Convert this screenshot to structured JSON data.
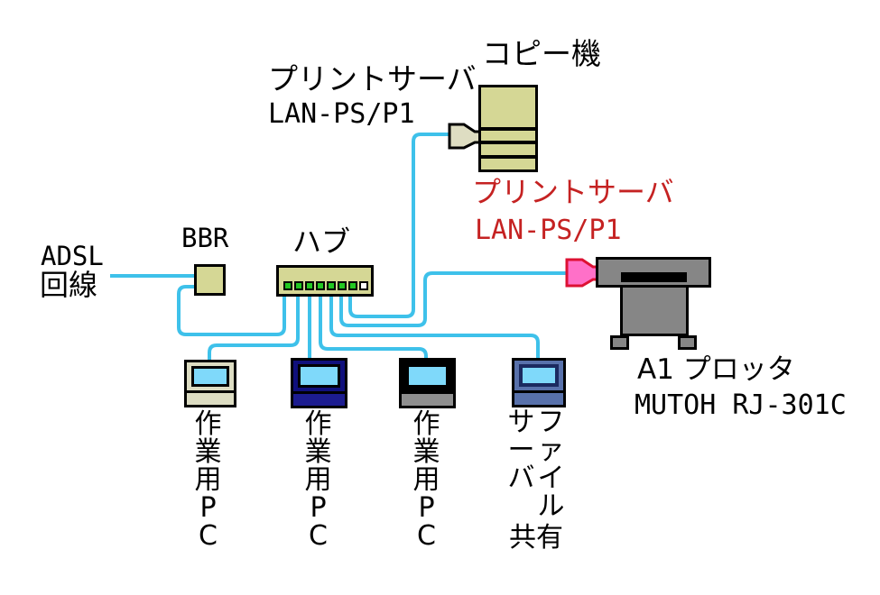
{
  "colors": {
    "cable": "#3ec1ea",
    "device": "#d5d795",
    "connector_beige": "#deddc2",
    "connector_pink": "#ff70c8",
    "connector_pink_border": "#dd1133",
    "red_text": "#c52222",
    "screen_blue": "#7fd9fa",
    "led_on": "#22c822",
    "led_off": "#ffffff",
    "plotter_gray": "#868686",
    "pc1_frame": "#dcdcc2",
    "pc2_frame": "#10107c",
    "pc2_strip": "#1c1c90",
    "pc3_frame": "#000000",
    "pc3_strip": "#8f8f8f",
    "pc4_frame": "#5871ab",
    "pc4_screen_border": "#1b2a60"
  },
  "internet": {
    "label_line1": "ADSL",
    "label_line2": "回線"
  },
  "router": {
    "label": "BBR"
  },
  "hub": {
    "label": "ハブ",
    "leds": [
      "on",
      "on",
      "on",
      "on",
      "on",
      "on",
      "on",
      "off"
    ]
  },
  "copier": {
    "label": "コピー機"
  },
  "print_server_copier": {
    "name": "プリントサーバ",
    "model": "LAN-PS/P1"
  },
  "print_server_plotter": {
    "name": "プリントサーバ",
    "model": "LAN-PS/P1"
  },
  "plotter": {
    "label": "A1 プロッタ",
    "model": "MUTOH RJ-301C"
  },
  "pcs": [
    {
      "label": "作業用PC"
    },
    {
      "label": "作業用PC"
    },
    {
      "label": "作業用PC"
    },
    {
      "label_col_left": "サーバ",
      "label_col_right": "ファイル",
      "label_bottom": "共有"
    }
  ]
}
